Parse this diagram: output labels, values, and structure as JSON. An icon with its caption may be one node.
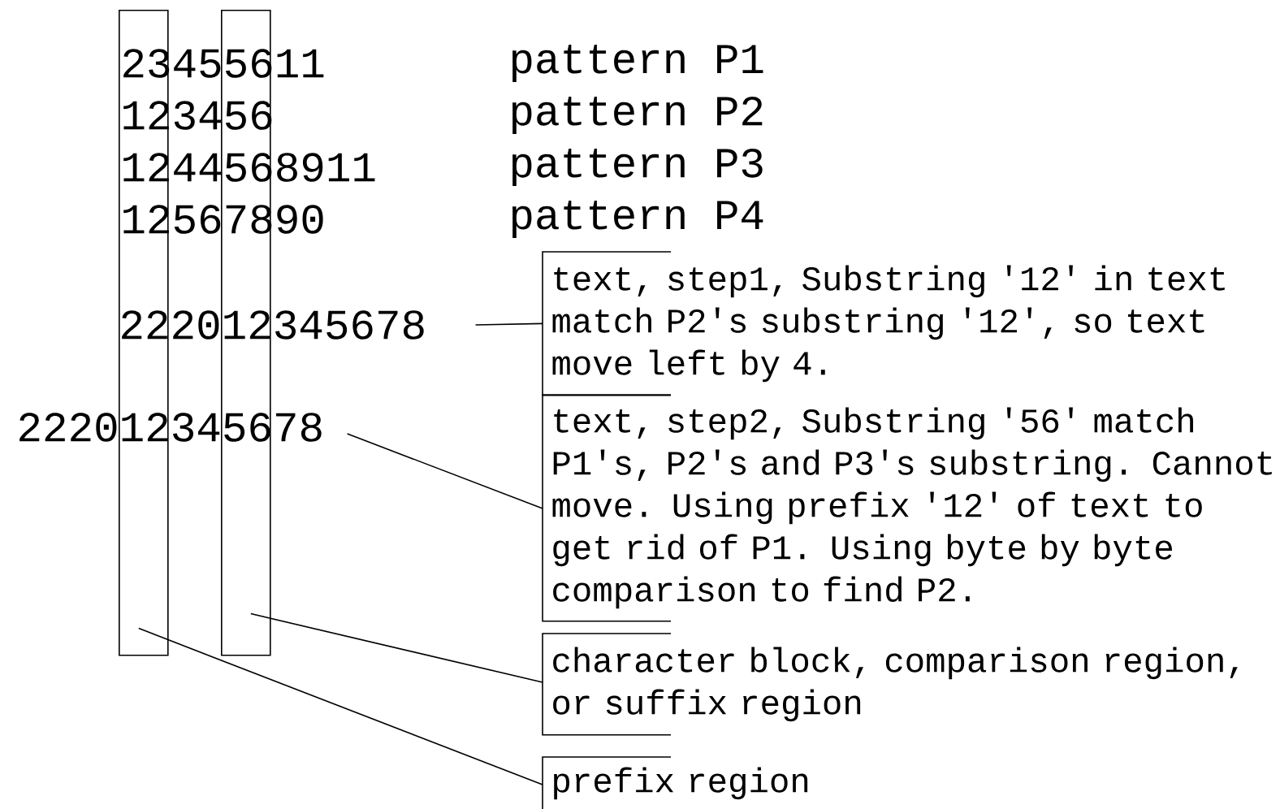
{
  "diagram": {
    "nodes": [
      {
        "text": [],
        "shape": "box"
      },
      {
        "text": [],
        "shape": "box"
      },
      {
        "text": [
          "222012345678"
        ]
      },
      {
        "text": [
          "222012345678"
        ]
      },
      {
        "text": [
          "text, step1, Substring '12' in text match P2's substring '12', so text move left by 4."
        ]
      },
      {
        "text": [
          "text, step2, Substring '56' match P1's, P2's and P3's substring. Cannot move. Using prefix '12' of text to get rid of P1. Using byte by byte comparison to find P2."
        ]
      },
      {
        "text": [
          "character block, comparison region, or suffix region"
        ]
      },
      {
        "text": [
          "prefix region"
        ]
      }
    ],
    "edges": [
      {
        "from": 2,
        "to": 4,
        "arrow": "none"
      },
      {
        "from": 3,
        "to": 5,
        "arrow": "none"
      },
      {
        "from": 1,
        "to": 6,
        "arrow": "none"
      },
      {
        "from": 0,
        "to": 7,
        "arrow": "none"
      }
    ],
    "labels": [
      "23455611",
      "pattern P1",
      "123456",
      "pattern P2",
      "1244568911",
      "pattern P3",
      "12567890",
      "pattern P4"
    ]
  }
}
